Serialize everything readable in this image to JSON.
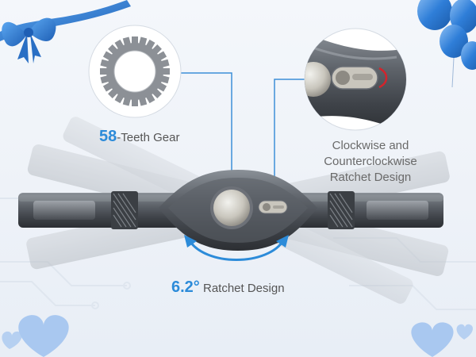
{
  "labels": {
    "gear_number": "58",
    "gear_text": "-Teeth Gear",
    "ratchet_line1": "Clockwise and",
    "ratchet_line2": "Counterclockwise",
    "ratchet_line3": "Ratchet Design",
    "angle_number": "6.2°",
    "angle_text": "Ratchet Design"
  },
  "colors": {
    "accent": "#2c8bd9",
    "tool_body": "#5a5f66",
    "callout_line": "#3d8fd8",
    "balloon": "#2f7ed8",
    "heart": "#a9c8f0"
  },
  "icons": [
    "ribbon-bow-icon",
    "balloon-icon",
    "heart-icon",
    "gear-icon",
    "rotate-arrow-icon"
  ]
}
